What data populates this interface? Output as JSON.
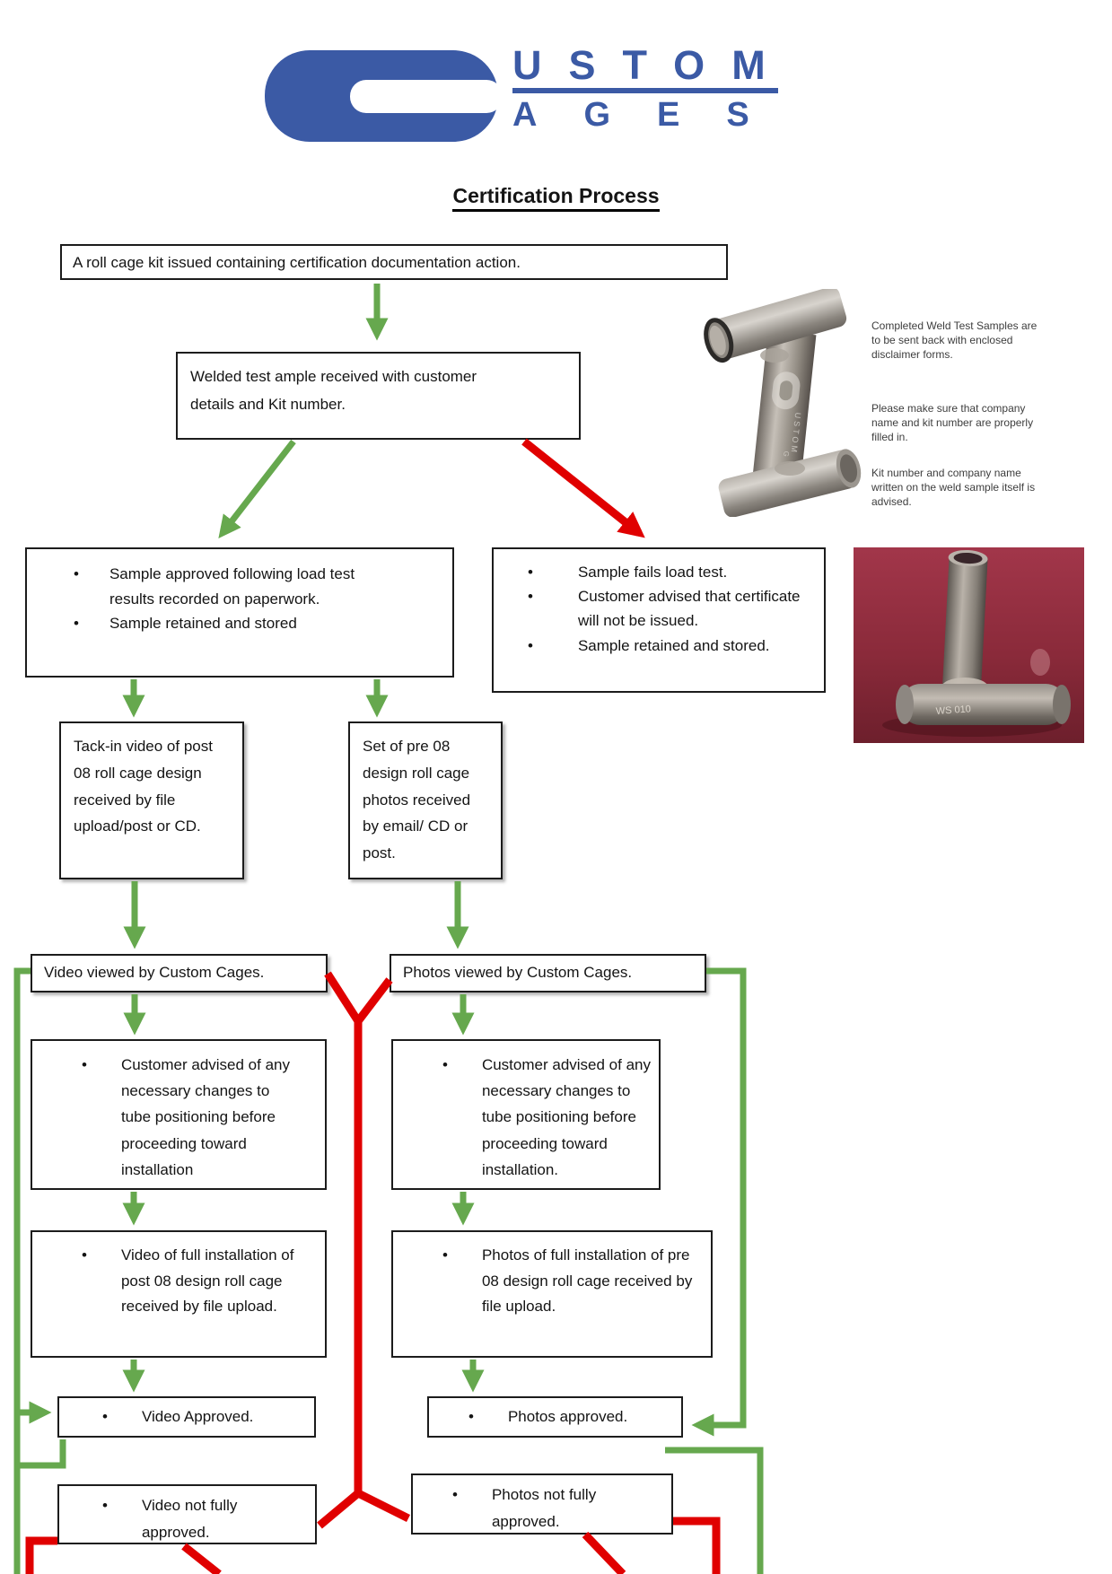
{
  "logo": {
    "letters_top": "USTOM",
    "letters_bottom": "AGES",
    "color": "#3b5aa5"
  },
  "title": "Certification Process",
  "colors": {
    "flow_green": "#66a84e",
    "flow_red": "#e00000",
    "logo_blue": "#3b5aa5",
    "photo2_background": "#8a2a3a"
  },
  "flow": {
    "box1": {
      "text": "A roll cage kit issued containing certification documentation action."
    },
    "box2": {
      "text": "Welded test ample received with customer details and Kit number."
    },
    "box3": {
      "items": [
        "Sample approved following load test results recorded on paperwork.",
        "Sample retained and stored"
      ]
    },
    "box4": {
      "items": [
        "Sample fails load test.",
        "Customer advised that certificate will not be issued.",
        "Sample retained and stored."
      ]
    },
    "box5": {
      "text": "Tack-in video of post 08 roll cage design received by file upload/post or CD."
    },
    "box6": {
      "text": "Set of pre 08 design roll cage photos received by email/ CD or post."
    },
    "box7": {
      "text": "Video viewed by Custom Cages."
    },
    "box8": {
      "text": "Photos viewed by Custom Cages."
    },
    "box9": {
      "items": [
        "Customer advised of any necessary changes to tube positioning before proceeding toward installation"
      ]
    },
    "box10": {
      "items": [
        "Customer advised of any necessary changes to tube positioning before proceeding toward installation."
      ]
    },
    "box11": {
      "items": [
        "Video of full installation of post 08 design roll cage received by file upload."
      ]
    },
    "box12": {
      "items": [
        "Photos of full installation of pre 08 design roll cage received by file upload."
      ]
    },
    "box13": {
      "items": [
        "Video Approved."
      ]
    },
    "box14": {
      "items": [
        "Photos approved."
      ]
    },
    "box15": {
      "items": [
        "Video not fully approved."
      ]
    },
    "box16": {
      "items": [
        "Photos not fully approved."
      ]
    }
  },
  "annotations": {
    "note1": "Completed Weld Test Samples are to be sent back with enclosed disclaimer forms.",
    "note2": "Please make sure that company name and kit number are properly filled in.",
    "note3": "Kit number and company name written on the weld sample itself is advised."
  },
  "photo2": {
    "marking": "WS 010"
  }
}
